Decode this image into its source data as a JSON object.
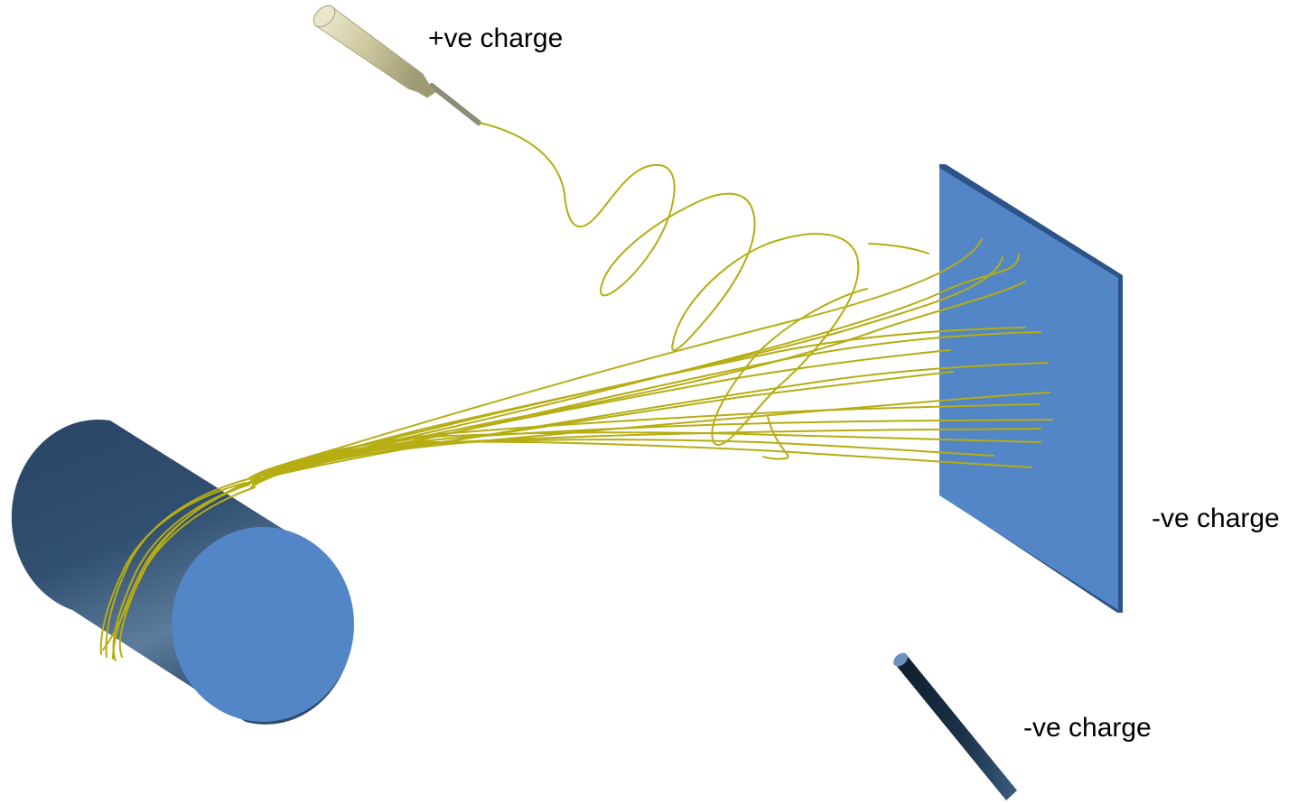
{
  "labels": {
    "needle": "+ve charge",
    "plate": "-ve charge",
    "rod": "-ve charge"
  },
  "colors": {
    "fiber": "#b5ad12",
    "drum_face": "#5386c7",
    "drum_body_dark": "#253f5c",
    "drum_body_light": "#6f8fae",
    "plate_face": "#5286c6",
    "plate_edge": "#2d5488",
    "needle_body": "#cfcaa5",
    "needle_tip": "#8c8a78",
    "rod": "#16273a"
  }
}
